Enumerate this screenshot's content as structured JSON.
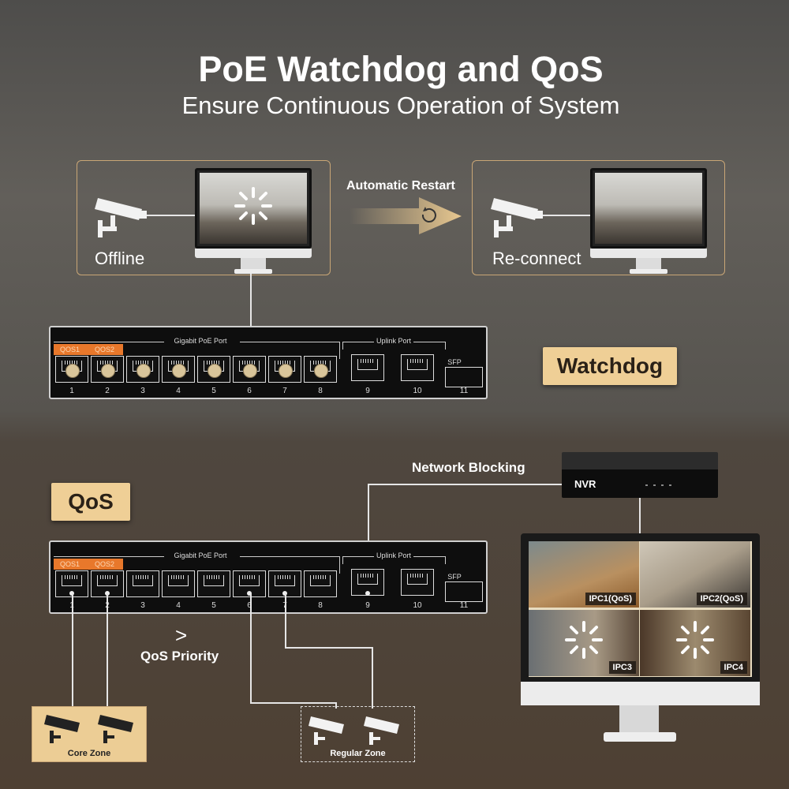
{
  "header": {
    "title": "PoE Watchdog and QoS",
    "subtitle": "Ensure Continuous Operation of System"
  },
  "watchdog": {
    "offline_label": "Offline",
    "restart_label": "Automatic Restart",
    "reconnect_label": "Re-connect",
    "section_label": "Watchdog"
  },
  "qos": {
    "section_label": "QoS",
    "blocking_label": "Network Blocking",
    "nvr_label": "NVR",
    "priority_symbol": ">",
    "priority_label": "QoS Priority",
    "core_zone": "Core Zone",
    "regular_zone": "Regular Zone",
    "feeds": [
      {
        "label": "IPC1(QoS)",
        "loading": false
      },
      {
        "label": "IPC2(QoS)",
        "loading": false
      },
      {
        "label": "IPC3",
        "loading": true
      },
      {
        "label": "IPC4",
        "loading": true
      }
    ]
  },
  "switch": {
    "poe_header": "Gigabit PoE Port",
    "uplink_header": "Uplink Port",
    "sfp_label": "SFP",
    "qos_tags": [
      "QOS1",
      "QOS2"
    ],
    "ports": [
      "1",
      "2",
      "3",
      "4",
      "5",
      "6",
      "7",
      "8",
      "9",
      "10",
      "11"
    ]
  },
  "colors": {
    "accent": "#efcf96",
    "qos_orange": "#e8782b",
    "border_tan": "#c9a676"
  }
}
